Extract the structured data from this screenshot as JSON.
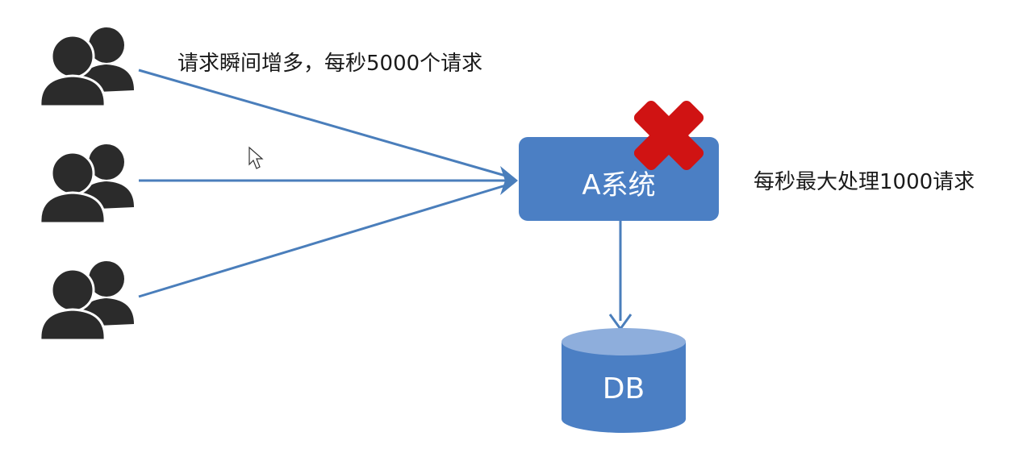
{
  "annotations": {
    "burst_label": "请求瞬间增多，每秒5000个请求",
    "capacity_label": "每秒最大处理1000请求"
  },
  "nodes": {
    "system": {
      "label": "A系统",
      "status": "overloaded",
      "status_icon": "red-x-icon"
    },
    "database": {
      "label": "DB"
    }
  },
  "users": [
    {
      "icon": "users-icon"
    },
    {
      "icon": "users-icon"
    },
    {
      "icon": "users-icon"
    }
  ],
  "colors": {
    "node_fill": "#4b7fc4",
    "db_top": "#8eaedc",
    "arrow": "#4a7ebb",
    "cross": "#d01313",
    "user_icon": "#2b2b2b",
    "background": "#ffffff"
  }
}
